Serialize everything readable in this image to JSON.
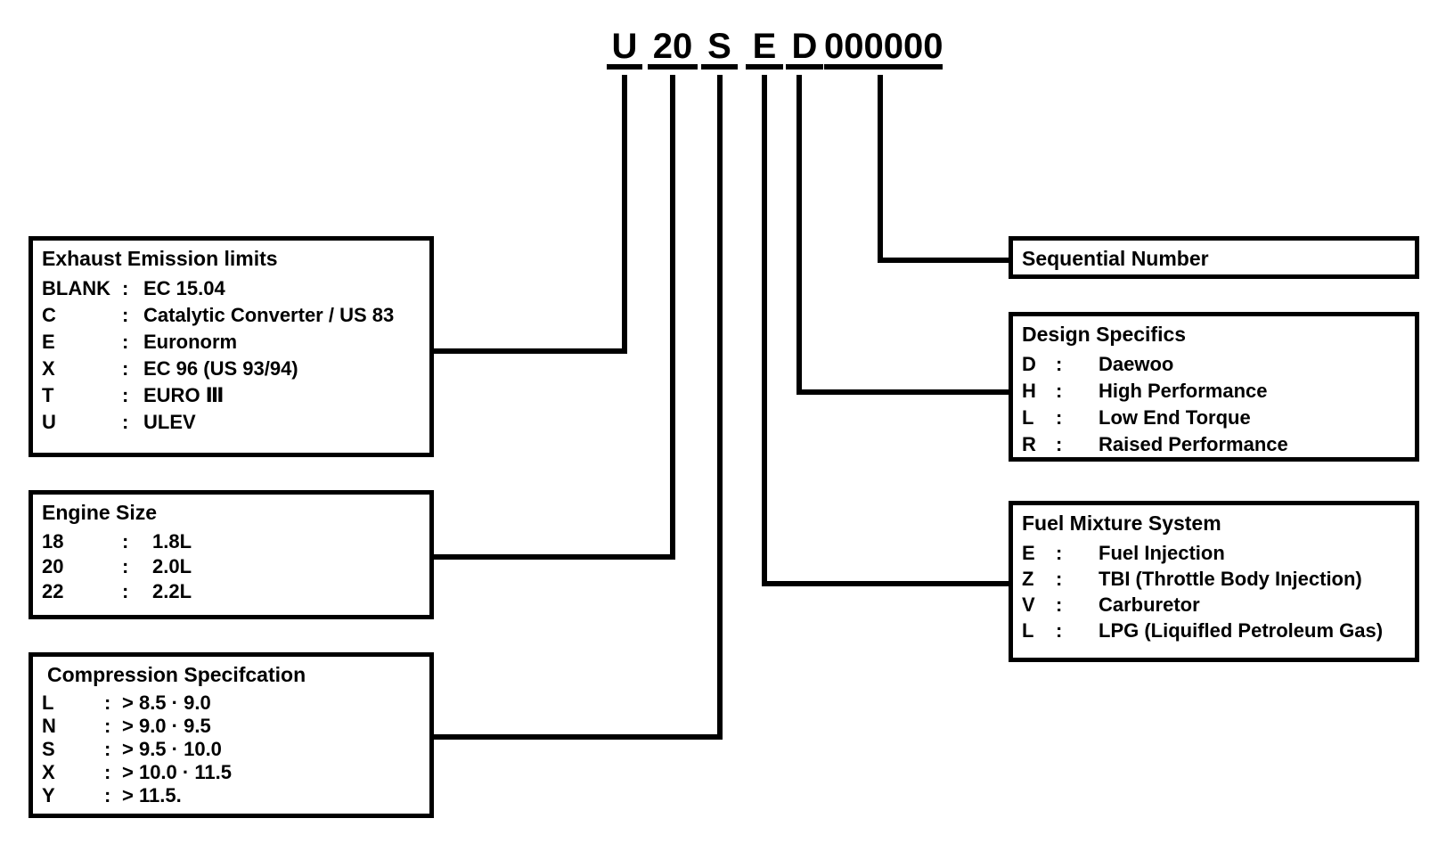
{
  "colon": ":",
  "code": {
    "segments": [
      {
        "char": "U"
      },
      {
        "char": "20"
      },
      {
        "char": "S"
      },
      {
        "char": "E"
      },
      {
        "char": "D"
      },
      {
        "char": "000000"
      }
    ]
  },
  "boxes": {
    "exhaust": {
      "title": "Exhaust Emission limits",
      "rows": [
        {
          "key": "BLANK",
          "value": "EC 15.04"
        },
        {
          "key": "C",
          "value": "Catalytic Converter / US 83"
        },
        {
          "key": "E",
          "value": "Euronorm"
        },
        {
          "key": "X",
          "value": "EC 96 (US 93/94)"
        },
        {
          "key": "T",
          "value": "EURO Ⅲ"
        },
        {
          "key": "U",
          "value": "ULEV"
        }
      ]
    },
    "engine": {
      "title": "Engine Size",
      "rows": [
        {
          "key": "18",
          "value": "1.8L"
        },
        {
          "key": "20",
          "value": "2.0L"
        },
        {
          "key": "22",
          "value": "2.2L"
        }
      ]
    },
    "compression": {
      "title": "Compression Specifcation",
      "rows": [
        {
          "key": "L",
          "value": "> 8.5 · 9.0"
        },
        {
          "key": "N",
          "value": "> 9.0 · 9.5"
        },
        {
          "key": "S",
          "value": "> 9.5 · 10.0"
        },
        {
          "key": "X",
          "value": "> 10.0 · 11.5"
        },
        {
          "key": "Y",
          "value": "> 11.5."
        }
      ]
    },
    "sequential": {
      "title": "Sequential Number"
    },
    "design": {
      "title": "Design Specifics",
      "rows": [
        {
          "key": "D",
          "value": "Daewoo"
        },
        {
          "key": "H",
          "value": "High Performance"
        },
        {
          "key": "L",
          "value": "Low End Torque"
        },
        {
          "key": "R",
          "value": "Raised Performance"
        }
      ]
    },
    "fuel": {
      "title": "Fuel Mixture System",
      "rows": [
        {
          "key": "E",
          "value": "Fuel Injection"
        },
        {
          "key": "Z",
          "value": "TBI (Throttle Body Injection)"
        },
        {
          "key": "V",
          "value": "Carburetor"
        },
        {
          "key": "L",
          "value": "LPG (Liquifled Petroleum Gas)"
        }
      ]
    }
  },
  "colors": {
    "ink": "#000000",
    "background": "#ffffff"
  }
}
